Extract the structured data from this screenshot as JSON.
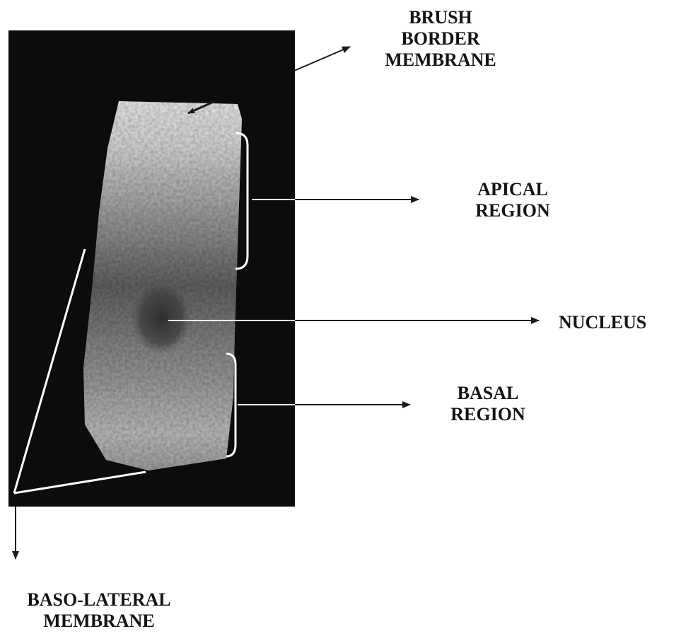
{
  "figure": {
    "background": "#ffffff",
    "micrograph_background": "#0c0c0c",
    "label_color": "#141414",
    "line_color": "#ffffff"
  },
  "labels": {
    "brush_border_membrane": [
      "BRUSH",
      "BORDER",
      "MEMBRANE"
    ],
    "apical_region": [
      "APICAL",
      "REGION"
    ],
    "nucleus": [
      "NUCLEUS"
    ],
    "basal_region": [
      "BASAL",
      "REGION"
    ],
    "baso_lateral_membrane": [
      "BASO-LATERAL",
      "MEMBRANE"
    ]
  }
}
